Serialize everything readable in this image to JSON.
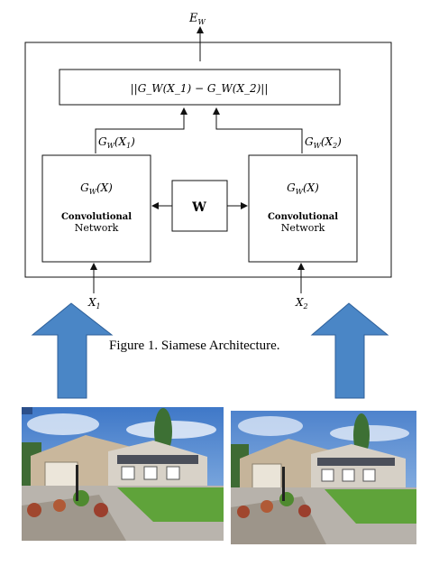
{
  "diagram": {
    "output_label": {
      "base": "E",
      "sub": "W"
    },
    "distance_box": {
      "text": "||G_W(X_1) − G_W(X_2)||"
    },
    "left_feature_label": {
      "base": "G",
      "sub": "W",
      "arg": "(X",
      "argsub": "1",
      "close": ")"
    },
    "right_feature_label": {
      "base": "G",
      "sub": "W",
      "arg": "(X",
      "argsub": "2",
      "close": ")"
    },
    "left_net": {
      "func": {
        "base": "G",
        "sub": "W",
        "arg": "(X)"
      },
      "line1": "Convolutional",
      "line2": "Network"
    },
    "right_net": {
      "func": {
        "base": "G",
        "sub": "W",
        "arg": "(X)"
      },
      "line1": "Convolutional",
      "line2": "Network"
    },
    "weights_box": {
      "label": "W"
    },
    "left_input": {
      "base": "X",
      "sub": "1"
    },
    "right_input": {
      "base": "X",
      "sub": "2"
    }
  },
  "caption": "Figure 1. Siamese Architecture.",
  "colors": {
    "arrow_fill": "#4a86c6",
    "arrow_stroke": "#2d5f99",
    "sky": "#5b8fd0",
    "lawn": "#5fa33a"
  }
}
